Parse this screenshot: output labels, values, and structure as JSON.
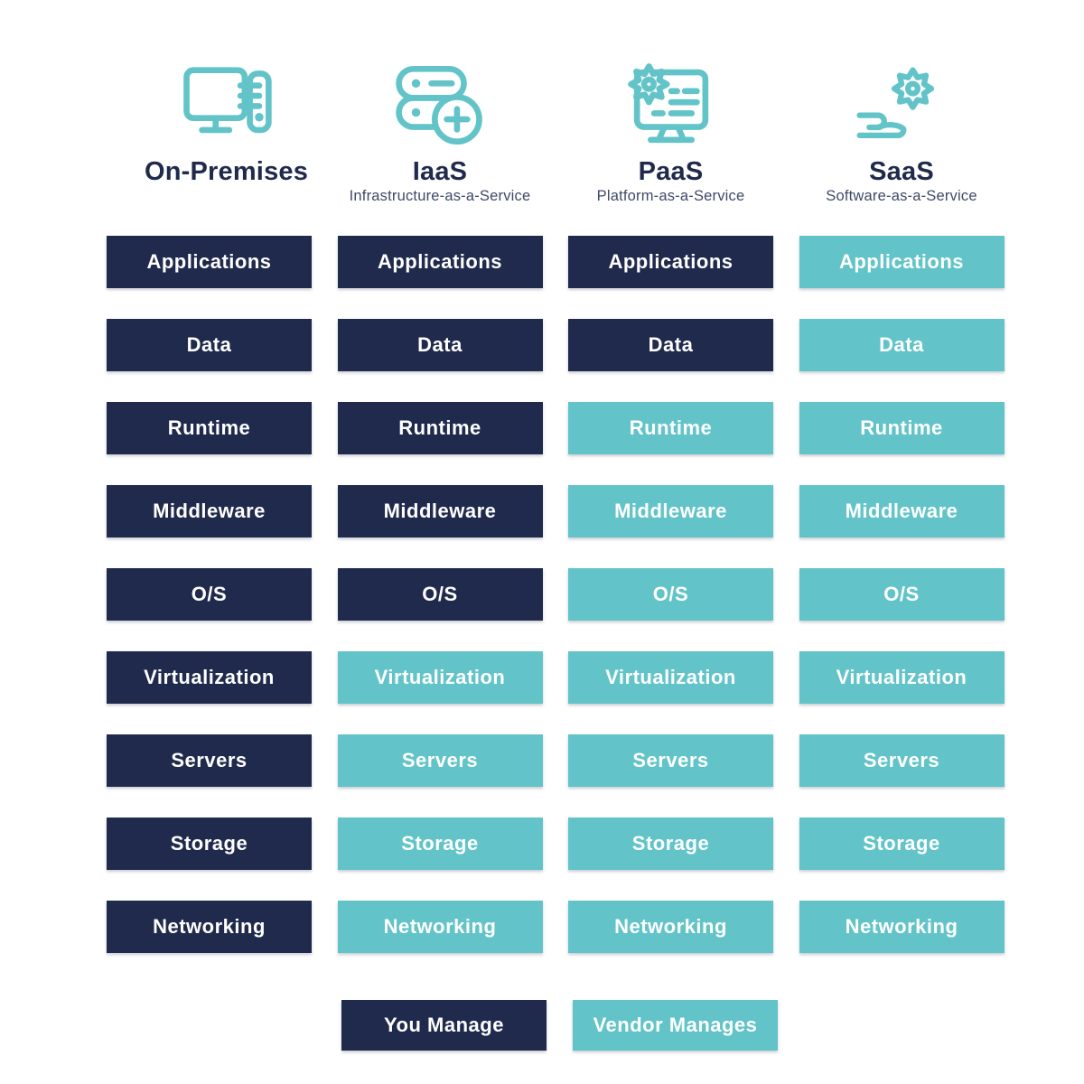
{
  "colors": {
    "navy": "#202a4c",
    "teal": "#62c4c8",
    "title_text": "#202a4c",
    "subtitle_text": "#3f4a68",
    "cell_text": "#ffffff",
    "background": "#ffffff"
  },
  "rows": [
    "Applications",
    "Data",
    "Runtime",
    "Middleware",
    "O/S",
    "Virtualization",
    "Servers",
    "Storage",
    "Networking"
  ],
  "columns": [
    {
      "title": "On-Premises",
      "subtitle": "",
      "icon": "desktop-computer-icon",
      "managed": [
        "you",
        "you",
        "you",
        "you",
        "you",
        "you",
        "you",
        "you",
        "you"
      ]
    },
    {
      "title": "IaaS",
      "subtitle": "Infrastructure-as-a-Service",
      "icon": "server-plus-icon",
      "managed": [
        "you",
        "you",
        "you",
        "you",
        "you",
        "vendor",
        "vendor",
        "vendor",
        "vendor"
      ]
    },
    {
      "title": "PaaS",
      "subtitle": "Platform-as-a-Service",
      "icon": "monitor-gear-icon",
      "managed": [
        "you",
        "you",
        "vendor",
        "vendor",
        "vendor",
        "vendor",
        "vendor",
        "vendor",
        "vendor"
      ]
    },
    {
      "title": "SaaS",
      "subtitle": "Software-as-a-Service",
      "icon": "hand-gear-icon",
      "managed": [
        "vendor",
        "vendor",
        "vendor",
        "vendor",
        "vendor",
        "vendor",
        "vendor",
        "vendor",
        "vendor"
      ]
    }
  ],
  "legend": [
    {
      "label": "You Manage",
      "type": "you"
    },
    {
      "label": "Vendor Manages",
      "type": "vendor"
    }
  ]
}
